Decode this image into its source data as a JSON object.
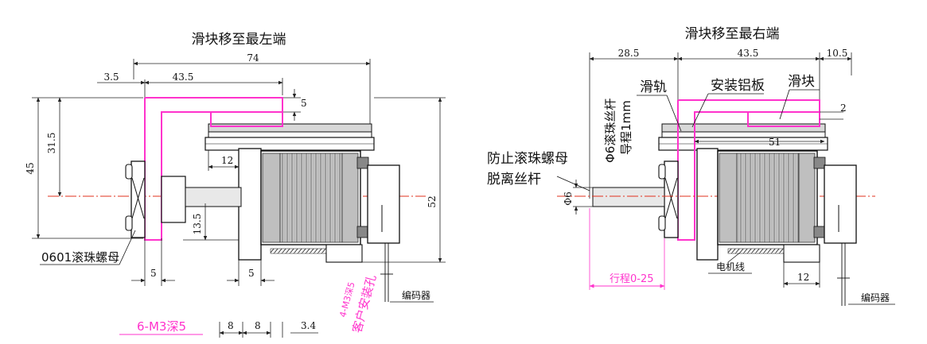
{
  "colors": {
    "line": "#111111",
    "dim": "#222222",
    "magenta": "#ff33cc",
    "centerline": "#e0301e",
    "motor_fill": "#bfbfbf",
    "motor_dark": "#8a8a8a",
    "rail_fill": "#d8d8d8"
  },
  "left_view": {
    "title": "滑块移至最左端",
    "dim_overall": "74",
    "dim_3_5": "3.5",
    "dim_43_5": "43.5",
    "dim_5_top": "5",
    "dim_31_5": "31.5",
    "dim_45": "45",
    "dim_12": "12",
    "dim_13_5": "13.5",
    "dim_52": "52",
    "dim_5_bottom_a": "5",
    "dim_5_bottom_b": "5",
    "label_nut": "0601滚珠螺母",
    "label_encoder": "编码器",
    "label_mounting_holes": "6-M3深5",
    "label_customer_holes_a": "4-M3深5",
    "label_customer_holes_b": "客户安装孔",
    "dim_8_a": "8",
    "dim_8_b": "8",
    "dim_3_4": "3.4"
  },
  "right_view": {
    "title": "滑块移至最右端",
    "dim_28_5": "28.5",
    "dim_43_5": "43.5",
    "dim_10_5": "10.5",
    "dim_2": "2",
    "dim_51": "51",
    "dim_12": "12",
    "dim_phi6": "Φ6",
    "label_rail": "滑轨",
    "label_plate": "安装铝板",
    "label_slider": "滑块",
    "label_screw_a": "Φ6滚珠丝杆",
    "label_screw_b": "导程1mm",
    "label_prevent_a": "防止滚珠螺母",
    "label_prevent_b": "脱离丝杆",
    "label_stroke": "行程0-25",
    "label_motor_wire": "电机线",
    "label_encoder": "编码器"
  }
}
